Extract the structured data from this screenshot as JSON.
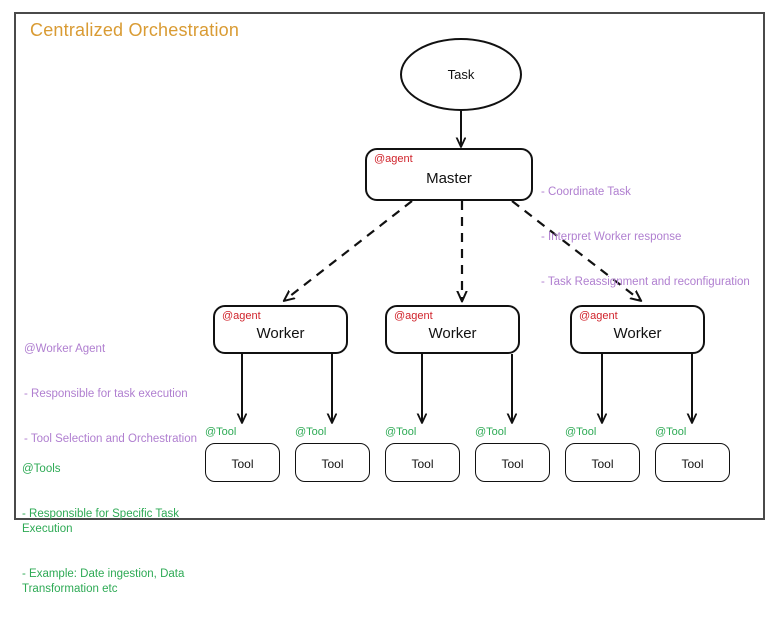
{
  "diagram": {
    "title": "Centralized Orchestration",
    "colors": {
      "title": "#d99b33",
      "agent_tag": "#d0232b",
      "tool_tag": "#2eaa55",
      "annotation_purple": "#b07fd0",
      "annotation_green": "#2eaa55",
      "stroke": "#111111",
      "frame": "#4a4a4a",
      "background": "#ffffff"
    },
    "task": {
      "label": "Task",
      "shape": "ellipse"
    },
    "master": {
      "tag": "@agent",
      "label": "Master"
    },
    "master_notes": {
      "lines": [
        "- Coordinate Task",
        "- Interpret Worker response",
        "- Task Reassignment and reconfiguration"
      ]
    },
    "workers": [
      {
        "tag": "@agent",
        "label": "Worker"
      },
      {
        "tag": "@agent",
        "label": "Worker"
      },
      {
        "tag": "@agent",
        "label": "Worker"
      }
    ],
    "worker_notes": {
      "heading": "@Worker Agent",
      "lines": [
        "- Responsible for task execution",
        "- Tool Selection and Orchestration"
      ]
    },
    "tools": [
      {
        "tag": "@Tool",
        "label": "Tool"
      },
      {
        "tag": "@Tool",
        "label": "Tool"
      },
      {
        "tag": "@Tool",
        "label": "Tool"
      },
      {
        "tag": "@Tool",
        "label": "Tool"
      },
      {
        "tag": "@Tool",
        "label": "Tool"
      },
      {
        "tag": "@Tool",
        "label": "Tool"
      }
    ],
    "tools_notes": {
      "heading": "@Tools",
      "lines": [
        "- Responsible for Specific Task Execution",
        "- Example: Date ingestion, Data Transformation etc"
      ]
    },
    "edges": {
      "task_to_master": "solid-arrow",
      "master_to_workers": "dashed-arrow",
      "worker_to_tools": "solid-arrow"
    }
  }
}
